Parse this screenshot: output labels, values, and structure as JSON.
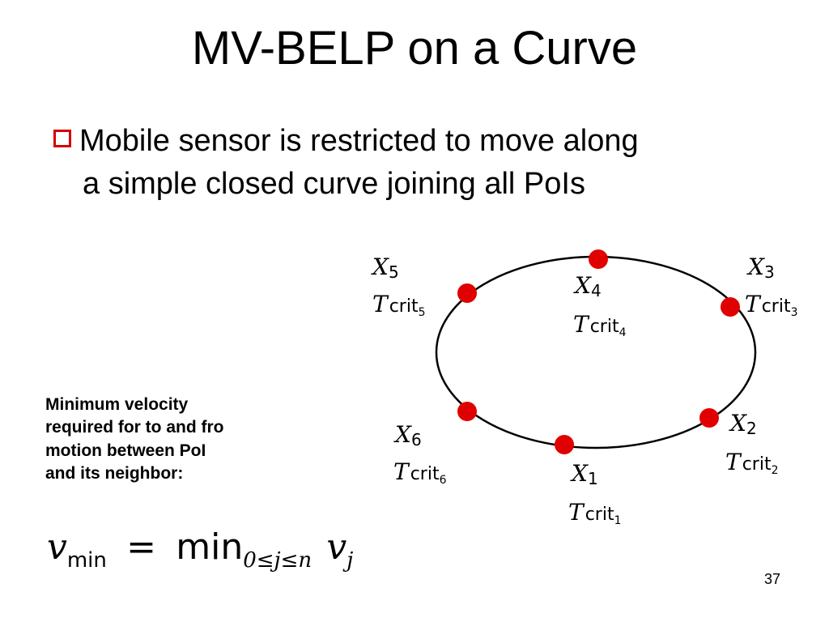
{
  "slide": {
    "title": "MV-BELP on a Curve",
    "bullet": {
      "line1": "Mobile sensor is restricted to move along",
      "line2": "a simple closed curve joining all PoIs"
    },
    "side_note": [
      "Minimum velocity",
      "required for to and fro",
      "motion between PoI",
      "and its neighbor:"
    ],
    "formula": {
      "lhs_var": "v",
      "lhs_sub": "min",
      "equals": "=",
      "op": "min",
      "op_sub": "0≤j≤n",
      "rhs_var": "v",
      "rhs_sub": "j"
    },
    "page_number": "37"
  },
  "diagram": {
    "curve_color": "#000000",
    "point_color": "#e00000",
    "points": [
      {
        "id": "X1",
        "var": "X",
        "index": "1",
        "tcrit": "T",
        "tcrit_sub": "crit",
        "tcrit_index": "1"
      },
      {
        "id": "X2",
        "var": "X",
        "index": "2",
        "tcrit": "T",
        "tcrit_sub": "crit",
        "tcrit_index": "2"
      },
      {
        "id": "X3",
        "var": "X",
        "index": "3",
        "tcrit": "T",
        "tcrit_sub": "crit",
        "tcrit_index": "3"
      },
      {
        "id": "X4",
        "var": "X",
        "index": "4",
        "tcrit": "T",
        "tcrit_sub": "crit",
        "tcrit_index": "4"
      },
      {
        "id": "X5",
        "var": "X",
        "index": "5",
        "tcrit": "T",
        "tcrit_sub": "crit",
        "tcrit_index": "5"
      },
      {
        "id": "X6",
        "var": "X",
        "index": "6",
        "tcrit": "T",
        "tcrit_sub": "crit",
        "tcrit_index": "6"
      }
    ]
  }
}
